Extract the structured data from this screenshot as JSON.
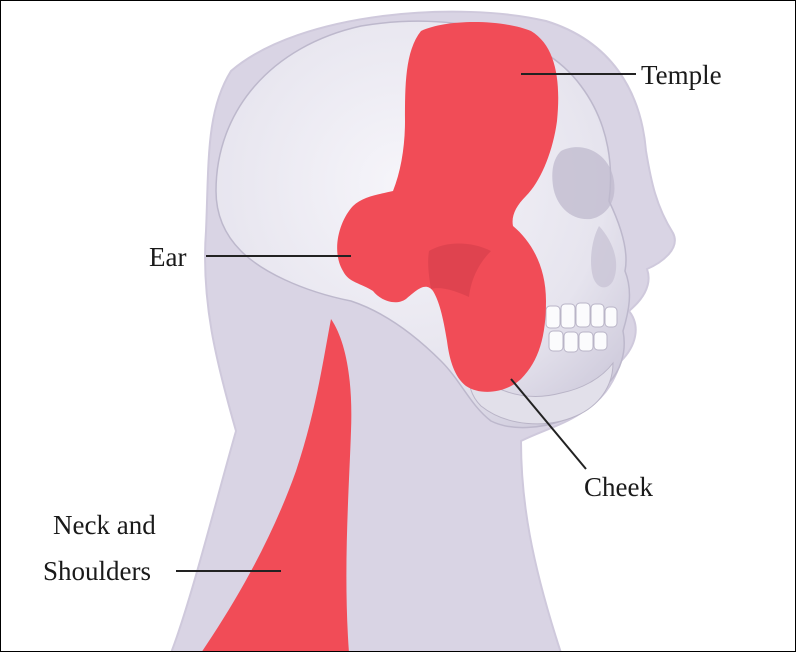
{
  "diagram": {
    "labels": {
      "temple": "Temple",
      "ear": "Ear",
      "cheek": "Cheek",
      "neck_line1": "Neck and",
      "neck_line2": "Shoulders"
    },
    "colors": {
      "pain_region": "#f14c57",
      "skin": "#d9d4e4",
      "skull": "#eeedf3",
      "leader_line": "#222222"
    }
  }
}
